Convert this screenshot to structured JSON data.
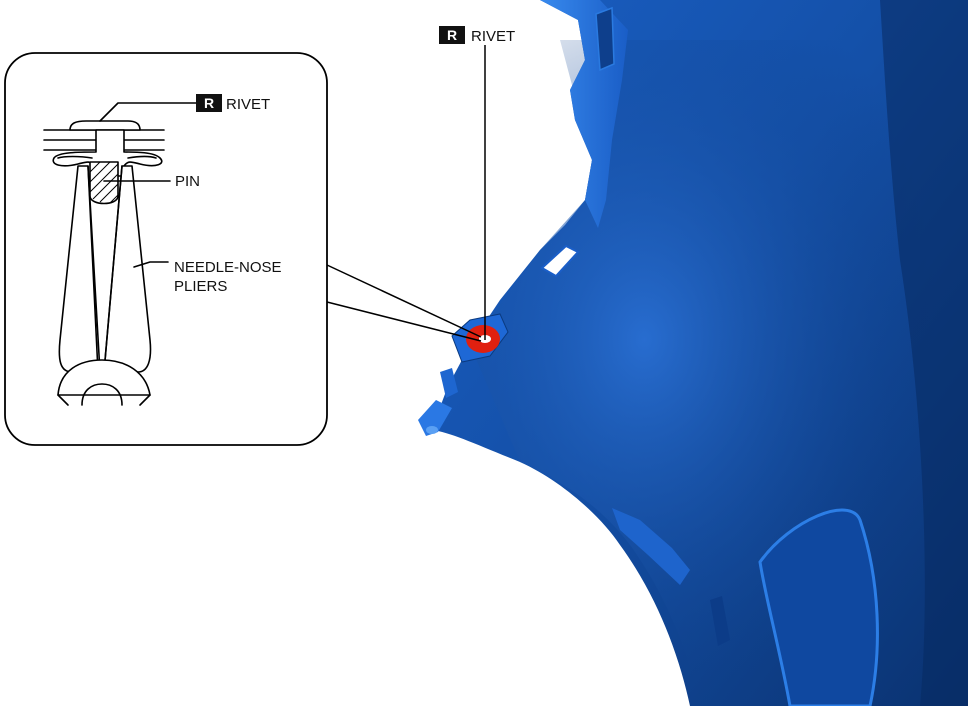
{
  "main_callout": {
    "badge": "R",
    "label": "RIVET"
  },
  "detail": {
    "rivet": {
      "badge": "R",
      "label": "RIVET"
    },
    "pin": {
      "label": "PIN"
    },
    "pliers": {
      "line1": "NEEDLE-NOSE",
      "line2": "PLIERS"
    }
  },
  "colors": {
    "panel_dark": "#0a3a78",
    "panel_mid": "#1454b0",
    "panel_edge": "#2a7ae0",
    "rivet_marker": "#e02010",
    "line": "#000000"
  }
}
